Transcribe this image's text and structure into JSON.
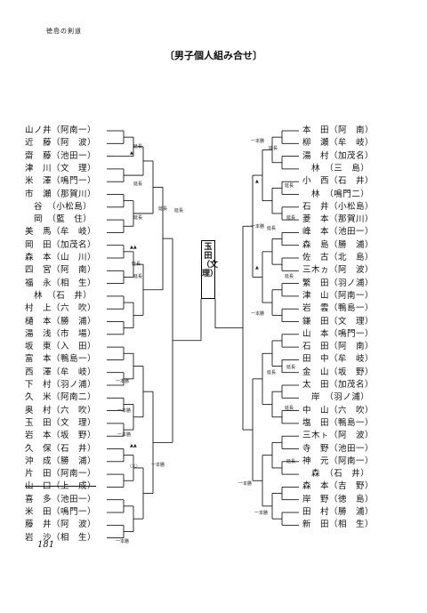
{
  "header_label": "徳島の剣道",
  "title": "〔男子個人組み合せ〕",
  "winner": "玉田（文理）",
  "page_number": "181",
  "left_players": [
    "山ノ井（阿南一）",
    "近　藤（阿　波）",
    "齋　藤（池田一）",
    "津　川（文　理）",
    "米　澤（鳴門一）",
    "市　瀬（那賀川）",
    "　谷　（小松島）",
    "　岡　（藍　住）",
    "美　馬（牟　岐）",
    "岡　田（加茂名）",
    "森　本（山　川）",
    "四　宮（阿　南）",
    "福　永（相　生）",
    "　林　（石　井）",
    "村　上（六　吹）",
    "樋　本（勝　浦）",
    "湯　浅（市　場）",
    "坂　東（入　田）",
    "富　本（鴨島一）",
    "西　澤（牟　岐）",
    "下　村（羽ノ浦）",
    "久　米（阿南二）",
    "奥　村（六　吹）",
    "玉　田（文　理）",
    "岩　本（坂　野）",
    "久　保（石　井）",
    "沖　成（勝　浦）",
    "片　田（阿南一）",
    "山　口（上　成）",
    "喜　多（池田一）",
    "米　田（鳴門一）",
    "藤　井（阿　波）",
    "岩　沙（相　生）"
  ],
  "right_players": [
    "本　田（阿　南）",
    "柳　瀬（牟　岐）",
    "湯　村（加茂名）",
    "　林　（三　島）",
    "小　西（石　井）",
    "　林　（鳴門二）",
    "石　井（小松島）",
    "菱　本（那賀川）",
    "峰　本（池田一）",
    "森　島（勝　浦）",
    "佐　古（北　島）",
    "三木ヵ（阿　波）",
    "繁　田（羽ノ浦）",
    "津　山（阿南一）",
    "岩　雲（鴨島一）",
    "鎌　田（文　理）",
    "山　本（鳴門一）",
    "石　田（阿　南）",
    "田　中（牟　岐）",
    "金　山（坂　野）",
    "太　田（加茂名）",
    "　岸　（羽ノ浦）",
    "中　山（六　吹）",
    "塩　田（鴨島一）",
    "三木ㇳ（阿　波）",
    "寺　野（池田一）",
    "神　元（阿南一）",
    "　森　（石　井）",
    "森　本（吉　野）",
    "岸　野（徳　島）",
    "田　村（勝　浦）",
    "新　田（相　生）"
  ],
  "struck_left_index": 28,
  "annotations": {
    "extension": "延長",
    "extension_abbr": "延",
    "one_point_win": "一本勝",
    "double_triangle": "▲▲",
    "single_triangle": "▲",
    "double_circle": "○○"
  }
}
